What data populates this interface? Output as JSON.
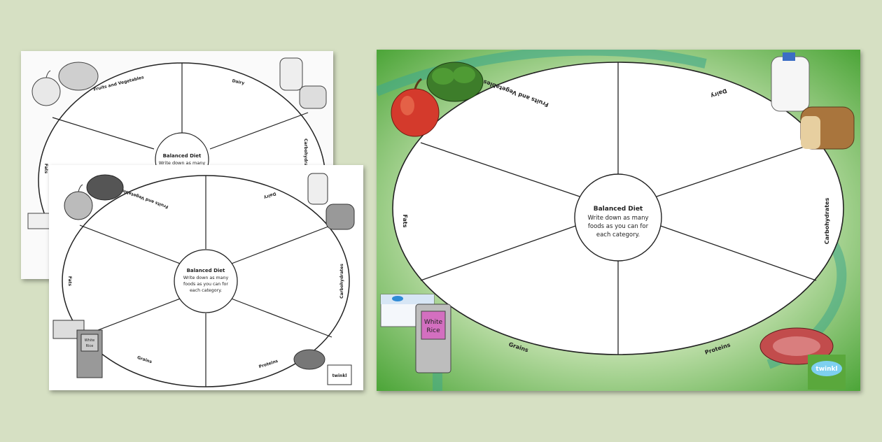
{
  "worksheet": {
    "center_title": "Balanced Diet",
    "center_line1": "Write down as many",
    "center_line2": "foods as you can for",
    "center_line3": "each category.",
    "segments": {
      "fruits_veg": "Fruits and Vegetables",
      "dairy": "Dairy",
      "carbohydrates": "Carbohydrates",
      "proteins": "Proteins",
      "grains": "Grains",
      "fats": "Fats"
    },
    "rice_label_1": "White",
    "rice_label_2": "Rice",
    "brand": "twinkl"
  },
  "colors": {
    "page_background": "#d6e0c3",
    "green_background": "#4ea63a",
    "logo_green": "#5aa83c"
  },
  "icons": [
    "apple-icon",
    "broccoli-icon",
    "milk-bottle-icon",
    "bread-icon",
    "butter-icon",
    "rice-bag-icon",
    "steak-icon",
    "twinkl-logo"
  ]
}
